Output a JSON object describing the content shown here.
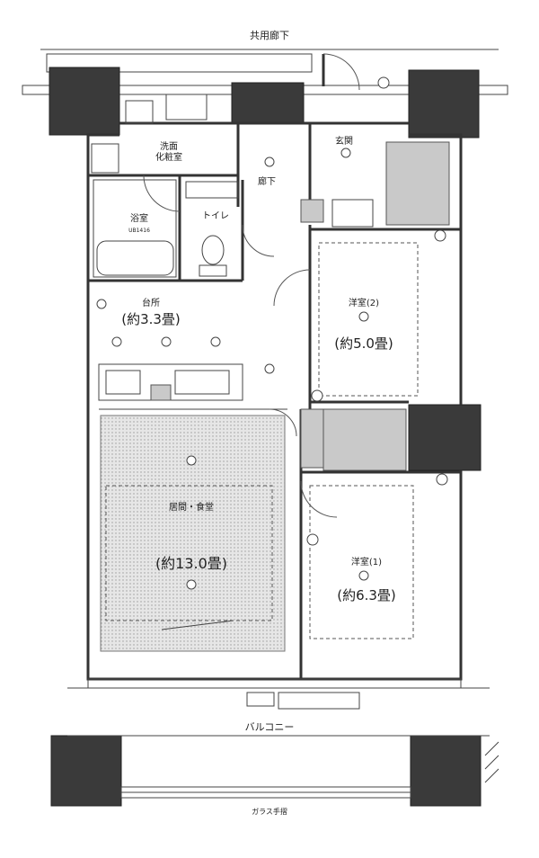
{
  "plan": {
    "corridor_label": "共用廊下",
    "balcony_label": "バルコニー",
    "window_note": "ガラス手摺",
    "rooms": {
      "washroom": "洗面\n化粧室",
      "hall": "廊下",
      "entrance": "玄関",
      "bath": "浴室",
      "bath_code": "UB1416",
      "toilet": "トイレ",
      "kitchen": "台所",
      "kitchen_size": "(約3.3畳)",
      "western2": "洋室(2)",
      "western2_size": "(約5.0畳)",
      "living": "居間・食堂",
      "living_size": "(約13.0畳)",
      "western1": "洋室(1)",
      "western1_size": "(約6.3畳)"
    }
  }
}
